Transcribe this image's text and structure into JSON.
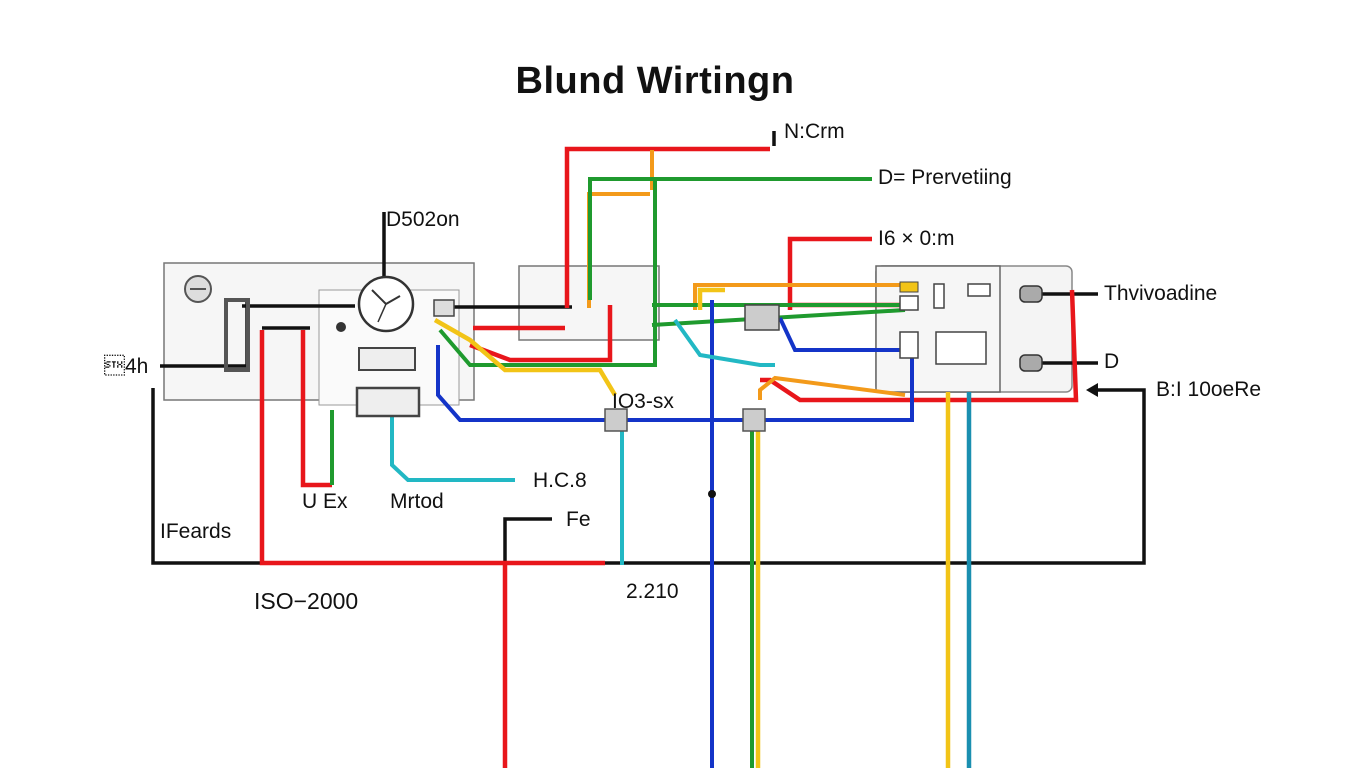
{
  "title": "Blund Wirtingn",
  "labels": {
    "top_right_1": "N:Crm",
    "top_right_2": "D= Prervetiing",
    "top_right_3": "I6 × 0:m",
    "left_top": "D502on",
    "left_mid": "\u00024h",
    "right_1": "Thvivoadine",
    "right_2": "D",
    "right_3": "B:I 10oeRe",
    "center_1": "IO3-sx",
    "center_2": "H.C.8",
    "center_3": "Fe",
    "lower_left_1": "U Ex",
    "lower_left_2": "Mrtod",
    "lower_left_3": "IFeards",
    "bottom_center": "2.210",
    "bottom_left": "ISO−2000"
  },
  "colors": {
    "red": "#e8161b",
    "green": "#1f9a2e",
    "blue": "#1434c8",
    "yellow": "#f2c417",
    "orange": "#f39a1a",
    "cyan": "#22b8c4",
    "teal": "#1a8fb0",
    "black": "#111111"
  }
}
